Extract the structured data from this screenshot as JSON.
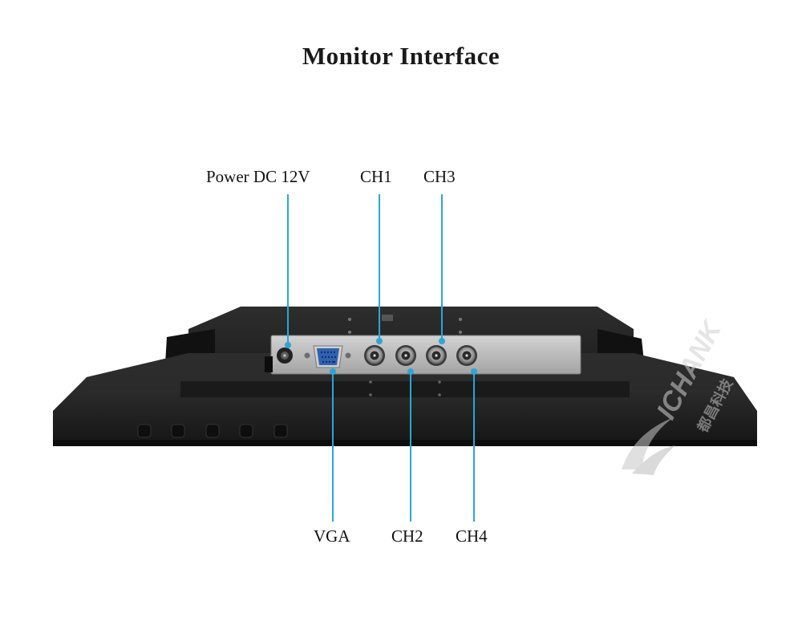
{
  "title": "Monitor Interface",
  "labels": {
    "power": "Power DC 12V",
    "ch1": "CH1",
    "ch3": "CH3",
    "vga": "VGA",
    "ch2": "CH2",
    "ch4": "CH4"
  },
  "watermark": {
    "text": "ICHANK",
    "subtext": "都昌科技"
  },
  "colors": {
    "callout": "#2aa7d8",
    "bezel": "#1c1c1c",
    "plate": "#b9b9b9",
    "vga": "#2f62b5"
  },
  "front_buttons_count": 5
}
